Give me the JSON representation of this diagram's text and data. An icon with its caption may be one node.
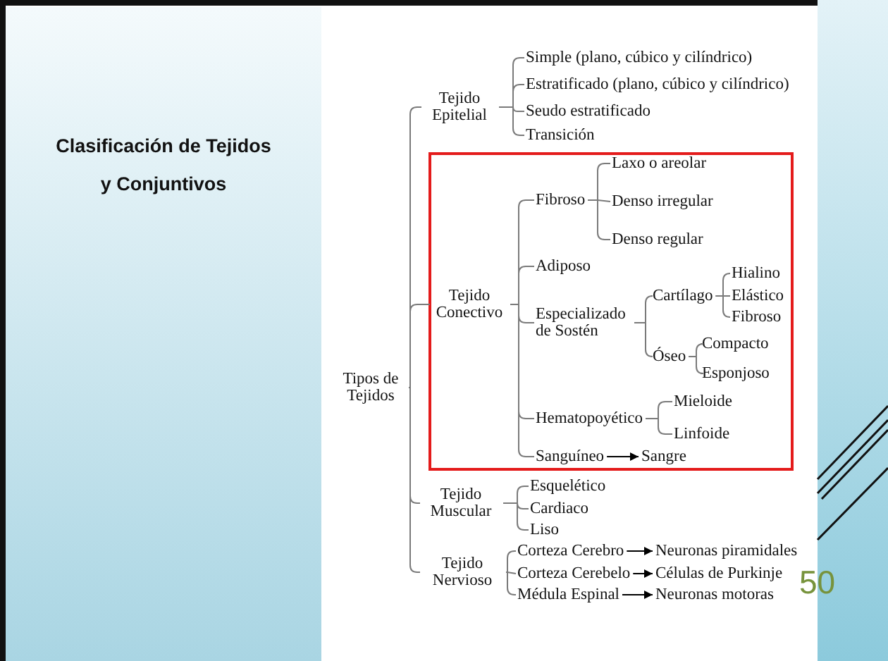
{
  "diagram": {
    "title": "Clasificación de Tejidos y Conjuntivos",
    "nodes": [
      {
        "text": [
          "Tipos de Tejidos"
        ]
      },
      {
        "text": [
          "Tejido Epitelial"
        ]
      },
      {
        "text": [
          "Simple (plano, cúbico y cilíndrico)"
        ]
      },
      {
        "text": [
          "Estratificado (plano, cúbico y cilíndrico)"
        ]
      },
      {
        "text": [
          "Seudo estratificado"
        ]
      },
      {
        "text": [
          "Transición"
        ]
      },
      {
        "text": [],
        "shape": "box"
      },
      {
        "text": [
          "Tejido Conectivo"
        ],
        "in": 6
      },
      {
        "text": [
          "Fibroso"
        ],
        "in": 6
      },
      {
        "text": [
          "Laxo o areolar"
        ],
        "in": 6
      },
      {
        "text": [
          "Denso irregular"
        ],
        "in": 6
      },
      {
        "text": [
          "Denso regular"
        ],
        "in": 6
      },
      {
        "text": [
          "Adiposo"
        ],
        "in": 6
      },
      {
        "text": [
          "Especializado de Sostén"
        ],
        "in": 6
      },
      {
        "text": [
          "Cartílago"
        ],
        "in": 6
      },
      {
        "text": [
          "Hialino"
        ],
        "in": 6
      },
      {
        "text": [
          "Elástico"
        ],
        "in": 6
      },
      {
        "text": [
          "Fibroso"
        ],
        "in": 6
      },
      {
        "text": [
          "Óseo"
        ],
        "in": 6
      },
      {
        "text": [
          "Compacto"
        ],
        "in": 6
      },
      {
        "text": [
          "Esponjoso"
        ],
        "in": 6
      },
      {
        "text": [
          "Hematopoyético"
        ],
        "in": 6
      },
      {
        "text": [
          "Mieloide"
        ],
        "in": 6
      },
      {
        "text": [
          "Linfoide"
        ],
        "in": 6
      },
      {
        "text": [
          "Sanguíneo"
        ],
        "in": 6
      },
      {
        "text": [
          "Sangre"
        ],
        "in": 6
      },
      {
        "text": [
          "Tejido Muscular"
        ]
      },
      {
        "text": [
          "Esquelético"
        ]
      },
      {
        "text": [
          "Cardiaco"
        ]
      },
      {
        "text": [
          "Liso"
        ]
      },
      {
        "text": [
          "Tejido Nervioso"
        ]
      },
      {
        "text": [
          "Corteza Cerebro"
        ]
      },
      {
        "text": [
          "Neuronas piramidales"
        ]
      },
      {
        "text": [
          "Corteza Cerebelo"
        ]
      },
      {
        "text": [
          "Células de Purkinje"
        ]
      },
      {
        "text": [
          "Médula Espinal"
        ]
      },
      {
        "text": [
          "Neuronas motoras"
        ]
      }
    ],
    "edges": [
      {
        "from": 0,
        "to": 1,
        "arrow": "none"
      },
      {
        "from": 0,
        "to": 7,
        "arrow": "none"
      },
      {
        "from": 0,
        "to": 26,
        "arrow": "none"
      },
      {
        "from": 0,
        "to": 30,
        "arrow": "none"
      },
      {
        "from": 1,
        "to": 2,
        "arrow": "none"
      },
      {
        "from": 1,
        "to": 3,
        "arrow": "none"
      },
      {
        "from": 1,
        "to": 4,
        "arrow": "none"
      },
      {
        "from": 1,
        "to": 5,
        "arrow": "none"
      },
      {
        "from": 7,
        "to": 8,
        "arrow": "none"
      },
      {
        "from": 7,
        "to": 12,
        "arrow": "none"
      },
      {
        "from": 7,
        "to": 13,
        "arrow": "none"
      },
      {
        "from": 7,
        "to": 21,
        "arrow": "none"
      },
      {
        "from": 7,
        "to": 24,
        "arrow": "none"
      },
      {
        "from": 8,
        "to": 9,
        "arrow": "none"
      },
      {
        "from": 8,
        "to": 10,
        "arrow": "none"
      },
      {
        "from": 8,
        "to": 11,
        "arrow": "none"
      },
      {
        "from": 13,
        "to": 14,
        "arrow": "none"
      },
      {
        "from": 13,
        "to": 18,
        "arrow": "none"
      },
      {
        "from": 14,
        "to": 15,
        "arrow": "none"
      },
      {
        "from": 14,
        "to": 16,
        "arrow": "none"
      },
      {
        "from": 14,
        "to": 17,
        "arrow": "none"
      },
      {
        "from": 18,
        "to": 19,
        "arrow": "none"
      },
      {
        "from": 18,
        "to": 20,
        "arrow": "none"
      },
      {
        "from": 21,
        "to": 22,
        "arrow": "none"
      },
      {
        "from": 21,
        "to": 23,
        "arrow": "none"
      },
      {
        "from": 24,
        "to": 25,
        "arrow": "to",
        "color": "#000000"
      },
      {
        "from": 26,
        "to": 27,
        "arrow": "none"
      },
      {
        "from": 26,
        "to": 28,
        "arrow": "none"
      },
      {
        "from": 26,
        "to": 29,
        "arrow": "none"
      },
      {
        "from": 30,
        "to": 31,
        "arrow": "none"
      },
      {
        "from": 30,
        "to": 33,
        "arrow": "none"
      },
      {
        "from": 30,
        "to": 35,
        "arrow": "none"
      },
      {
        "from": 31,
        "to": 32,
        "arrow": "to",
        "color": "#000000"
      },
      {
        "from": 33,
        "to": 34,
        "arrow": "to",
        "color": "#000000"
      },
      {
        "from": 35,
        "to": 36,
        "arrow": "to",
        "color": "#000000"
      }
    ],
    "labels": [
      "50"
    ]
  }
}
